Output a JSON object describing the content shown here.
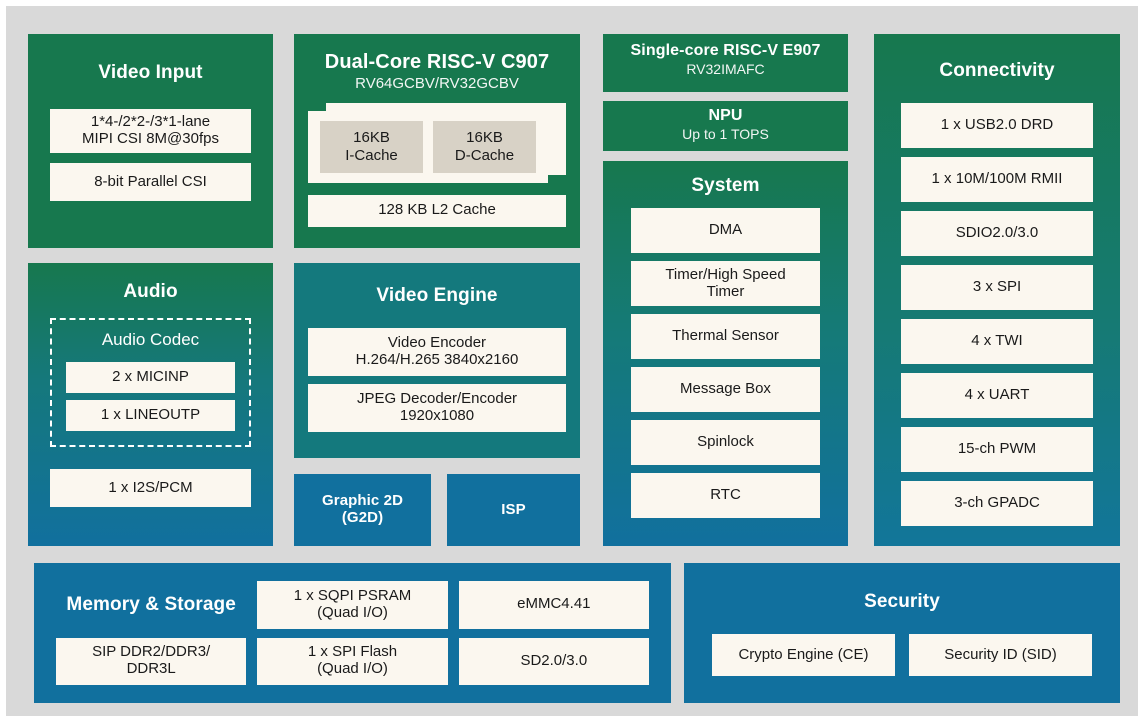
{
  "diagram": {
    "colors": {
      "background": "#d9d9d9",
      "green": "#17784e",
      "teal": "#14797d",
      "blue": "#11709e",
      "chip_fill": "#fbf7ef",
      "cache_fill": "#d8d2c6",
      "text_light": "#ffffff",
      "text_dark": "#1a1a1a"
    }
  },
  "video_input": {
    "title": "Video Input",
    "items": [
      "1*4-/2*2-/3*1-lane\nMIPI CSI 8M@30fps",
      "8-bit Parallel CSI"
    ]
  },
  "audio": {
    "title": "Audio",
    "codec": {
      "title": "Audio Codec",
      "items": [
        "2 x MICINP",
        "1 x LINEOUTP"
      ]
    },
    "items": [
      "1 x I2S/PCM"
    ]
  },
  "cpu": {
    "title": "Dual-Core RISC-V C907",
    "subtitle": "RV64GCBV/RV32GCBV",
    "caches": [
      "16KB\nI-Cache",
      "16KB\nD-Cache"
    ],
    "l2": "128 KB L2 Cache"
  },
  "video_engine": {
    "title": "Video Engine",
    "items": [
      "Video Encoder\nH.264/H.265 3840x2160",
      "JPEG Decoder/Encoder\n1920x1080"
    ]
  },
  "graphic2d": {
    "title": "Graphic 2D\n(G2D)"
  },
  "isp": {
    "title": "ISP"
  },
  "e907": {
    "title": "Single-core RISC-V E907",
    "subtitle": "RV32IMAFC"
  },
  "npu": {
    "title": "NPU",
    "subtitle": "Up to 1 TOPS"
  },
  "system": {
    "title": "System",
    "items": [
      "DMA",
      "Timer/High Speed\nTimer",
      "Thermal Sensor",
      "Message Box",
      "Spinlock",
      "RTC"
    ]
  },
  "connectivity": {
    "title": "Connectivity",
    "items": [
      "1 x USB2.0 DRD",
      "1 x 10M/100M RMII",
      "SDIO2.0/3.0",
      "3 x SPI",
      "4 x TWI",
      "4 x UART",
      "15-ch PWM",
      "3-ch GPADC"
    ]
  },
  "memory": {
    "title": "Memory & Storage",
    "items": [
      "1 x SQPI PSRAM\n(Quad I/O)",
      "eMMC4.41",
      "SIP DDR2/DDR3/\nDDR3L",
      "1 x SPI Flash\n(Quad I/O)",
      "SD2.0/3.0"
    ]
  },
  "security": {
    "title": "Security",
    "items": [
      "Crypto Engine (CE)",
      "Security ID (SID)"
    ]
  }
}
